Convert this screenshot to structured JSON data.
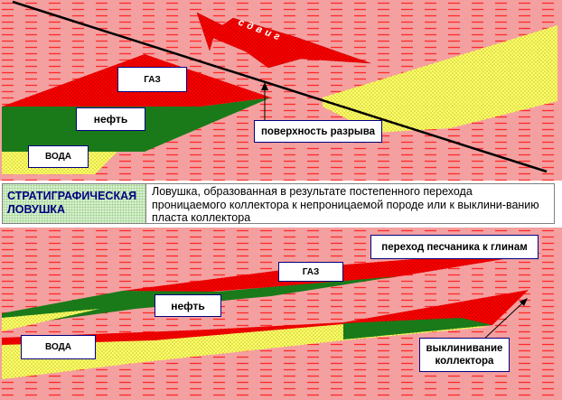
{
  "colors": {
    "clay": "#f4a0a0",
    "clay_stripe": "#ff2a2a",
    "gas": "#ff0000",
    "oil": "#1a7a1a",
    "water": "#ffff66",
    "label_border": "#000080",
    "title_text": "#000080"
  },
  "top_section": {
    "fault_arrow_label": "сдвиг",
    "gas_label": "ГАЗ",
    "oil_label": "нефть",
    "water_label": "ВОДА",
    "fault_label": "поверхность разрыва"
  },
  "description_table": {
    "title": "СТРАТИГРАФИЧЕСКАЯ ЛОВУШКА",
    "text": "Ловушка, образованная в результате постепенного перехода проницаемого коллектора к непроницаемой породе или к выклини-ванию пласта коллектора"
  },
  "bottom_section": {
    "transition_label": "переход песчаника к глинам",
    "gas_label": "ГАЗ",
    "oil_label": "нефть",
    "water_label": "ВОДА",
    "pinchout_label": "выклинивание коллектора"
  }
}
